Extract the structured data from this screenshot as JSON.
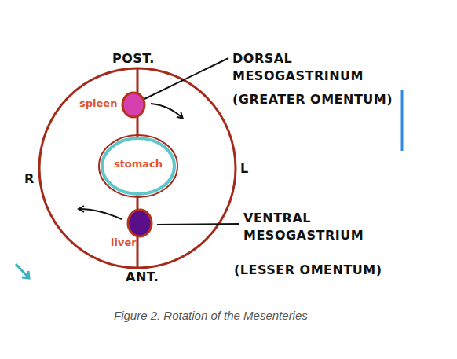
{
  "diagram": {
    "caption": "Figure 2. Rotation of the Mesenteries",
    "nodes": [
      {
        "text": [
          "spleen"
        ]
      },
      {
        "text": [
          "stomach"
        ]
      },
      {
        "text": [
          "liver"
        ]
      }
    ],
    "labels": [
      "POST.",
      "DORSAL MESOGASTRINUM",
      "(GREATER OMENTUM)",
      "R",
      "L",
      "VENTRAL MESOGASTRIUM",
      "(LESSER OMENTUM)",
      "ANT."
    ]
  }
}
